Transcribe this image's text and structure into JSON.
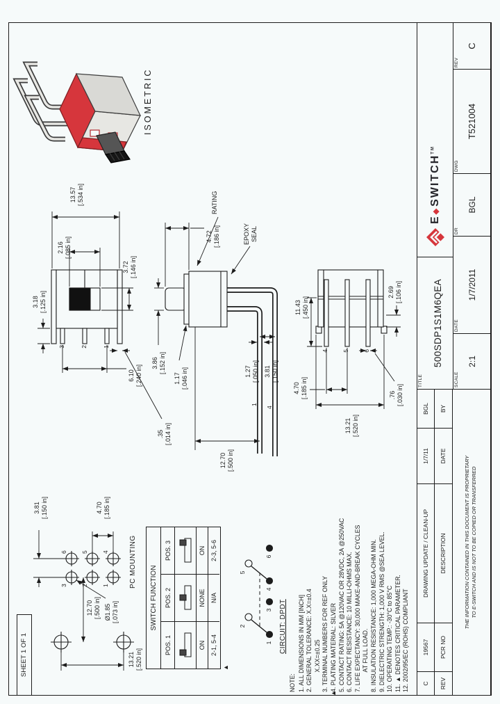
{
  "sheet_label": "SHEET 1 OF 1",
  "isometric_label": "ISOMETRIC",
  "pc_mounting_label": "PC MOUNTING",
  "callouts": {
    "rating": "RATING",
    "epoxy": "EPOXY\nSEAL"
  },
  "dims": {
    "front": [
      {
        "mm": "13.57",
        "in": "[.534 in]"
      },
      {
        "mm": "2.16",
        "in": "[.085 in]"
      },
      {
        "mm": "3.72",
        "in": "[.146 in]"
      },
      {
        "mm": "3.18",
        "in": "[.125 in]"
      },
      {
        "mm": "6.10",
        "in": "[.240 in]"
      },
      {
        "mm": ".35",
        "in": "[.014 in]"
      }
    ],
    "side": [
      {
        "mm": "4.72",
        "in": "[.186 in]"
      },
      {
        "mm": "3.86",
        "in": "[.152 in]"
      },
      {
        "mm": "1.17",
        "in": "[.046 in]"
      },
      {
        "mm": "1.27",
        "in": "[.050 in]"
      },
      {
        "mm": "3.81",
        "in": "[.150 in]"
      },
      {
        "mm": "12.70",
        "in": "[.500 in]"
      }
    ],
    "end": [
      {
        "mm": "11.43",
        "in": "[.450 in]"
      },
      {
        "mm": "2.69",
        "in": "[.106 in]"
      },
      {
        "mm": ".76",
        "in": "[.030 in]"
      },
      {
        "mm": "4.70",
        "in": "[.185 in]"
      },
      {
        "mm": "13.21",
        "in": "[.520 in]"
      }
    ],
    "pcb": [
      {
        "mm": "3.81",
        "in": "[.150 in]"
      },
      {
        "mm": "4.70",
        "in": "[.185 in]"
      },
      {
        "mm": "12.70",
        "in": "[.500 in]"
      },
      {
        "mm": "Ø1.85",
        "in": "[.073 in]"
      },
      {
        "mm": "13.21",
        "in": "[.520 in]"
      }
    ]
  },
  "terminals": {
    "front": [
      "3",
      "2",
      "1"
    ],
    "side": [
      "1",
      "4"
    ],
    "end": [
      "4",
      "5",
      "6"
    ],
    "pcb_near": [
      "3",
      "2",
      "1"
    ],
    "pcb_far": [
      "6",
      "5",
      "4"
    ]
  },
  "table": {
    "header": "SWITCH FUNCTION",
    "cols": [
      "POS. 1",
      "POS. 2",
      "POS. 3"
    ],
    "icon_positions": [
      "left",
      "center",
      "right"
    ],
    "action": [
      "ON",
      "NONE",
      "ON"
    ],
    "connections": [
      "2-1, 5-4",
      "N/A",
      "2-3, 5-6"
    ],
    "marker": "▲"
  },
  "circuit": {
    "label": "CIRCUIT: DPDT",
    "terminals": [
      "1",
      "2",
      "3",
      "4",
      "5",
      "6"
    ]
  },
  "notes": {
    "title": "NOTE:",
    "marker": "▲",
    "items": [
      "1. ALL DIMENSIONS IN MM [INCH]",
      "2. GENERAL TOLERANCE: X.X=±0.4\n        X.XX=±0.25",
      "3. TERMINAL NUMBERS FOR REF ONLY",
      "4. PLATING MATERIAL: SILVER",
      "5. CONTACT RATING: 5A @120VAC OR 28VDC, 2A @250VAC",
      "6. CONTACT RESISTANCE: 10 MILLI-OHMS MAX.",
      "7. LIFE EXPECTANCY: 30,000 MAKE-AND-BREAK CYCLES\n        AT FULL LOAD.",
      "8. INSULATION RESISTANCE: 1,000 MEGA-OHM MIN.",
      "9. DIELECTRIC STRENGTH: 1,000 V RMS @SEA LEVEL.",
      "10. OPERATING TEMP.: -30°C to 85°C",
      "11. ▲ DENOTES CRITICAL PARAMETER.",
      "12. 2002/95/EC (ROHS) COMPLIANT"
    ]
  },
  "titleblock": {
    "title_label": "TITLE",
    "title": "500SDP1S1M6QEA",
    "scale_label": "SCALE",
    "scale": "2:1",
    "date_label": "DATE",
    "date": "1/7/2011",
    "dr_label": "DR",
    "dr": "BGL",
    "dwg_label": "DWG",
    "dwg": "T521004",
    "rev_label": "REV",
    "rev": "C"
  },
  "revision": {
    "headers": [
      "REV",
      "PCR NO",
      "DESCRIPTION",
      "DATE",
      "BY"
    ],
    "entry": [
      "C",
      "19567",
      "DRAWING UPDATE / CLEAN-UP",
      "1/7/11",
      "BGL"
    ]
  },
  "proprietary": {
    "line1": "THE INFORMATION CONTAINED IN THIS DOCUMENT IS PROPRIETARY",
    "line2": "TO E-SWITCH AND IS NOT TO BE COPIED OR TRANSFERRED"
  },
  "logo": {
    "e": "E",
    "diamond": "◆",
    "name": "SWITCH",
    "tm": "TM"
  },
  "colors": {
    "red": "#d6363c",
    "line": "#1c1c1c",
    "paper": "#f6fafa",
    "actuator_black": "#111111"
  }
}
